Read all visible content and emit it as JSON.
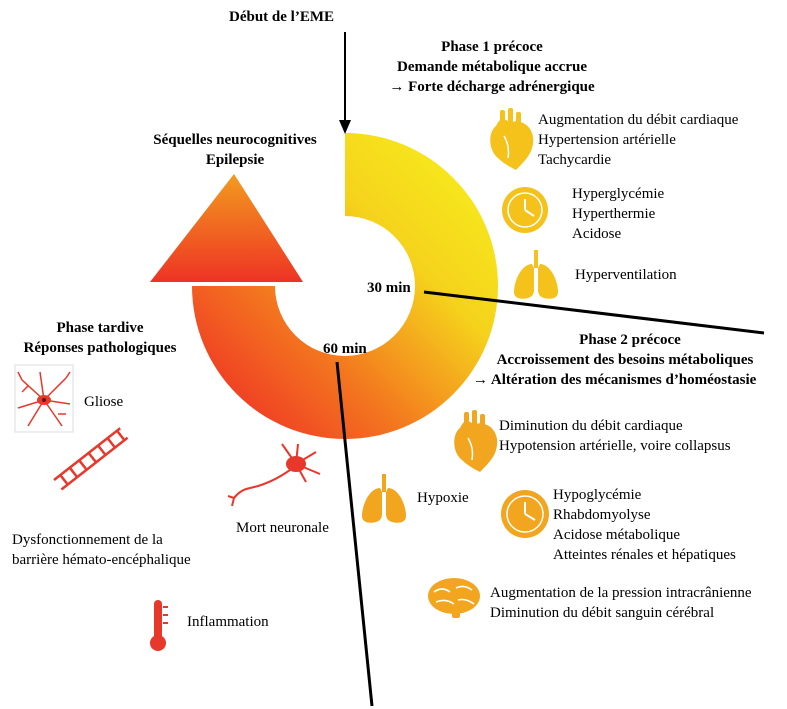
{
  "start_label": "Début de l’EME",
  "phase1": {
    "title": "Phase 1 précoce",
    "line2": "Demande métabolique accrue",
    "line3": "→ Forte décharge adrénergique",
    "group1": [
      "Augmentation du débit cardiaque",
      "Hypertension artérielle",
      "Tachycardie"
    ],
    "group2": [
      "Hyperglycémie",
      "Hyperthermie",
      "Acidose"
    ],
    "group3": [
      "Hyperventilation"
    ]
  },
  "phase2": {
    "title": "Phase 2 précoce",
    "line2": "Accroissement des besoins métaboliques",
    "line3": "→ Altération des mécanismes d’homéostasie",
    "group1": [
      "Diminution du débit cardiaque",
      "Hypotension artérielle, voire collapsus"
    ],
    "hypoxia": "Hypoxie",
    "group2": [
      "Hypoglycémie",
      "Rhabdomyolyse",
      "Acidose métabolique",
      "Atteintes rénales et hépatiques"
    ],
    "group3": [
      "Augmentation de la pression intracrânienne",
      "Diminution du débit sanguin cérébral"
    ]
  },
  "late": {
    "title": "Phase tardive",
    "subtitle": "Réponses pathologiques",
    "gliosis": "Gliose",
    "neuronal_death": "Mort neuronale",
    "bbb": [
      "Dysfonctionnement de la",
      "barrière hémato-encéphalique"
    ],
    "inflammation": "Inflammation"
  },
  "sequelae": [
    "Séquelles neurocognitives",
    "Epilepsie"
  ],
  "time_30": "30 min",
  "time_60": "60 min",
  "colors": {
    "yellow": "#f5ef1a",
    "orange": "#f28a1e",
    "red": "#ee1f27",
    "icon_yellow": "#f4c21b",
    "icon_orange": "#f2a51f",
    "icon_red": "#e8372b"
  }
}
